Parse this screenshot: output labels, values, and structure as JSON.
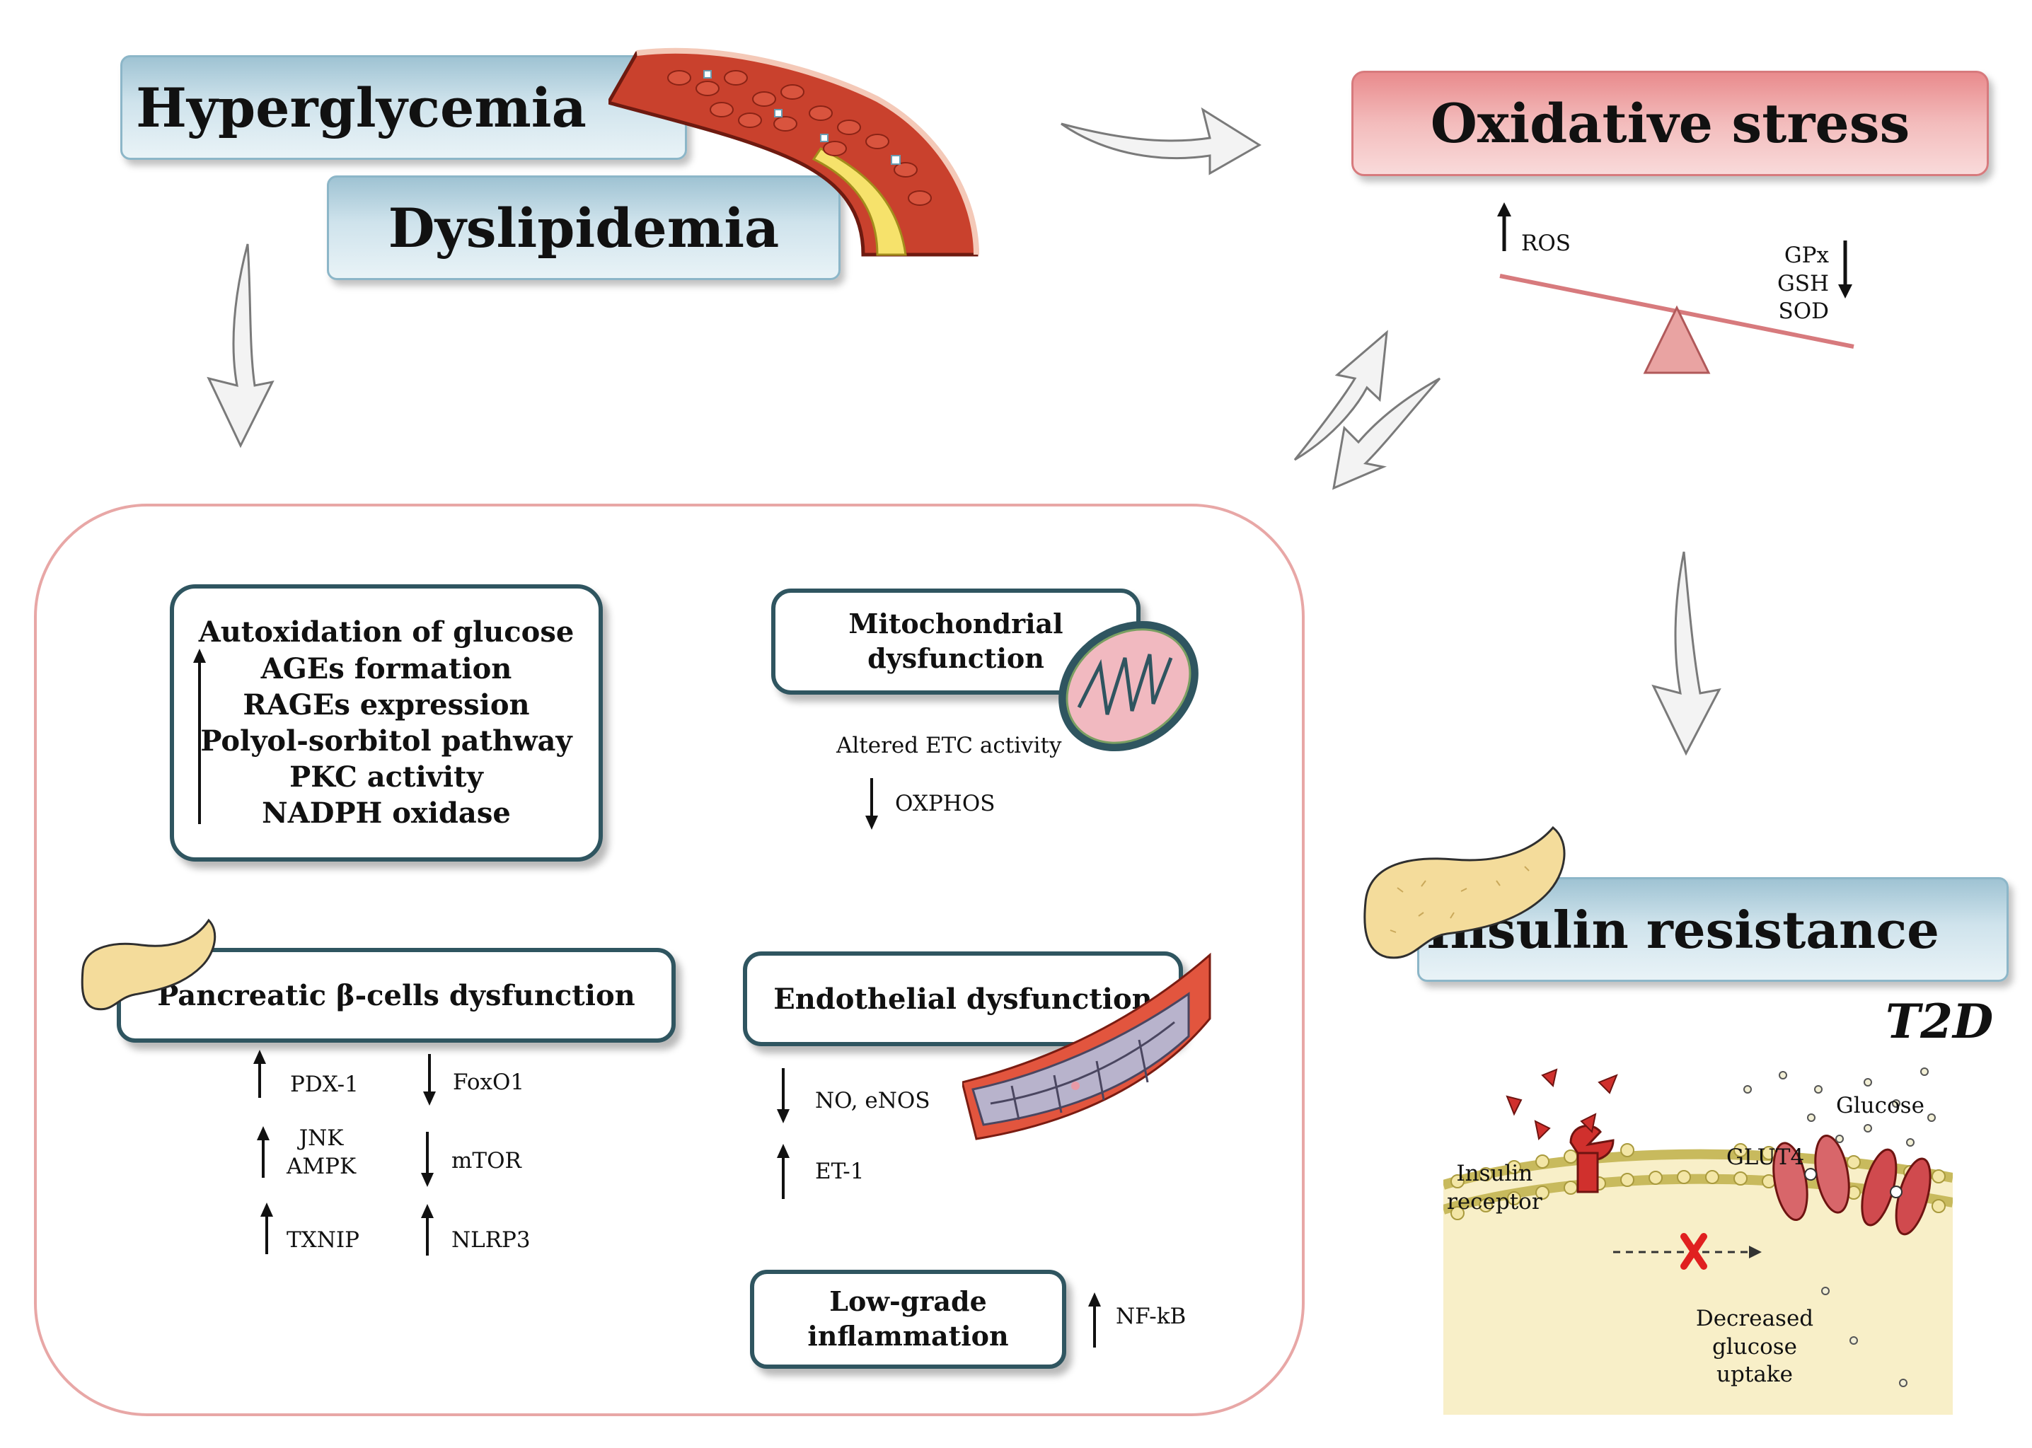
{
  "top": {
    "hyperglycemia": "Hyperglycemia",
    "dyslipidemia": "Dyslipidemia",
    "oxidative_stress": "Oxidative stress"
  },
  "balance": {
    "ros": "ROS",
    "antioxidants": [
      "GPx",
      "GSH",
      "SOD"
    ]
  },
  "panel": {
    "autox_items": [
      "Autoxidation of glucose",
      "AGEs formation",
      "RAGEs expression",
      "Polyol-sorbitol pathway",
      "PKC activity",
      "NADPH oxidase"
    ],
    "mito_title": [
      "Mitochondrial",
      "dysfunction"
    ],
    "mito_altered": "Altered ETC activity",
    "mito_oxphos": "OXPHOS",
    "beta_title": "Pancreatic β-cells dysfunction",
    "beta_left": [
      {
        "dir": "up",
        "label": [
          "PDX-1"
        ]
      },
      {
        "dir": "up",
        "label": [
          "JNK",
          "AMPK"
        ]
      },
      {
        "dir": "up",
        "label": [
          "TXNIP"
        ]
      }
    ],
    "beta_right": [
      {
        "dir": "down",
        "label": "FoxO1"
      },
      {
        "dir": "down",
        "label": "mTOR"
      },
      {
        "dir": "up",
        "label": "NLRP3"
      }
    ],
    "endo_title": "Endothelial dysfunction",
    "endo_items": [
      {
        "dir": "down",
        "label": "NO, eNOS"
      },
      {
        "dir": "up",
        "label": "ET-1"
      }
    ],
    "inflam_title": [
      "Low-grade",
      "inflammation"
    ],
    "inflam_item": "NF-kB"
  },
  "insulin": {
    "title": "Insulin resistance",
    "t2d": "T2D",
    "glucose": "Glucose",
    "glut4": "GLUT4",
    "receptor": [
      "Insulin",
      "receptor"
    ],
    "decreased": [
      "Decreased",
      "glucose",
      "uptake"
    ]
  },
  "colors": {
    "panel_border": "#e8a7a6",
    "box_border": "#2f5560",
    "banner_blue": "#9fc3d3",
    "banner_red": "#e98b8d",
    "pancreas": "#f4dc9b",
    "membrane": "#f3e6a6"
  }
}
